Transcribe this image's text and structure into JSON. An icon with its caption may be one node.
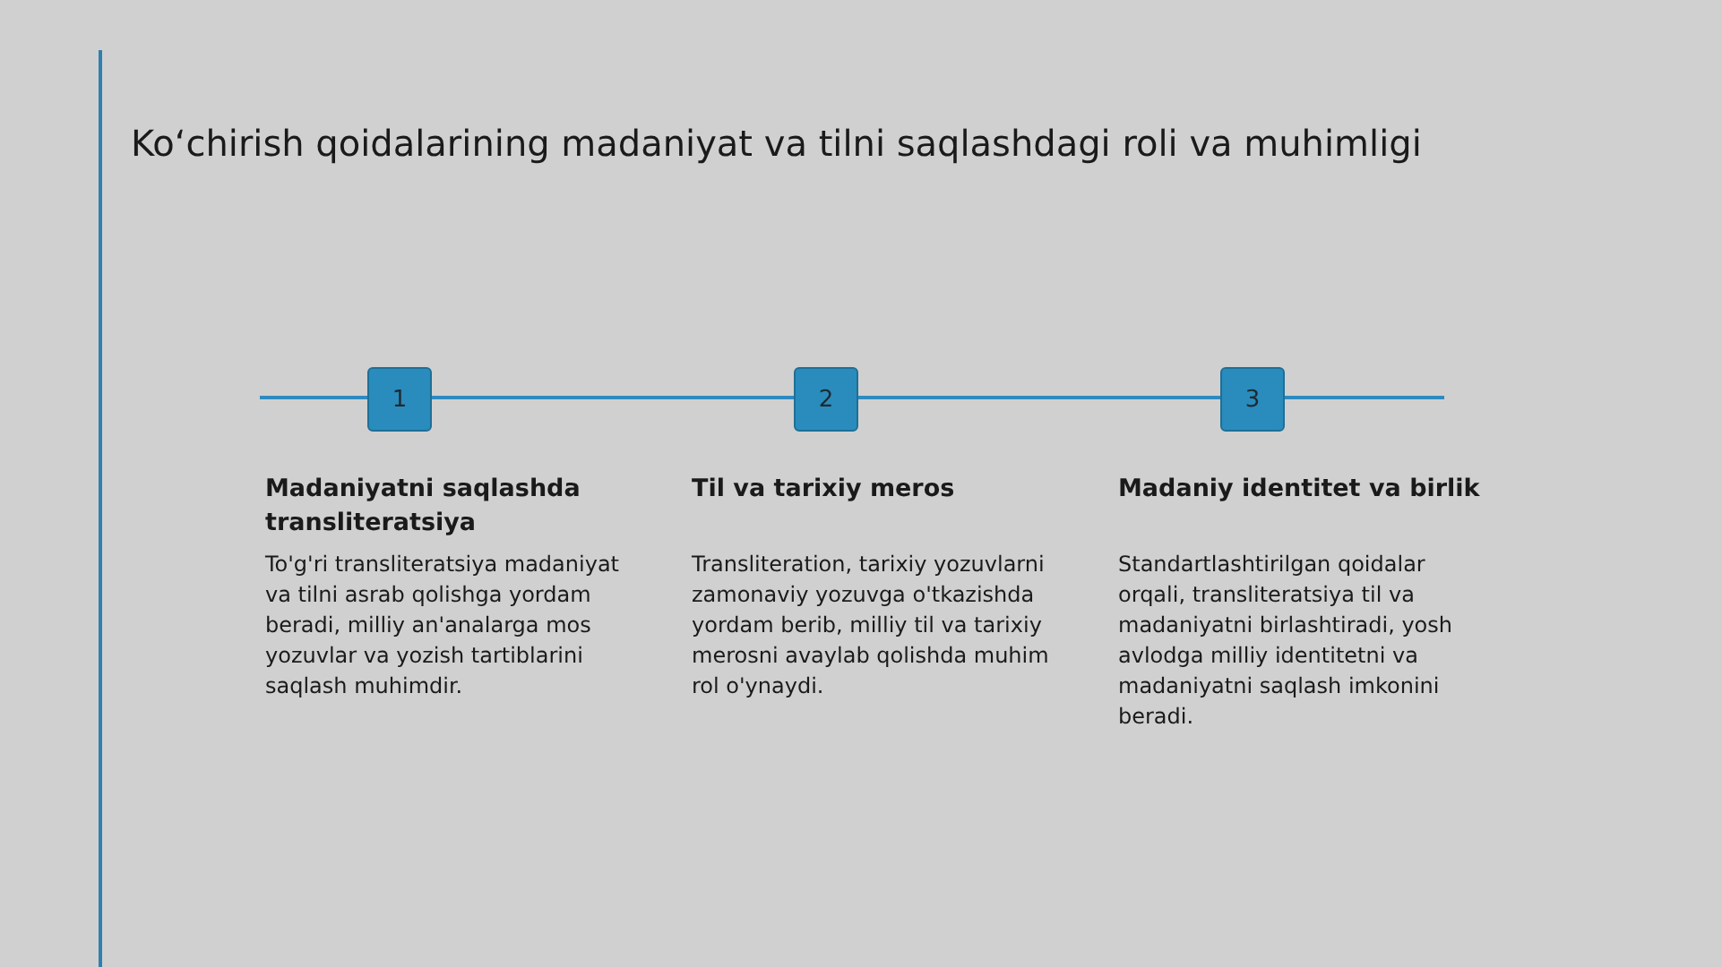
{
  "diagram": {
    "title": "Ko‘chirish qoidalarining madaniyat va tilni saqlashdagi roli va muhimligi",
    "nodes": [
      {
        "text": [
          "1"
        ],
        "beside": [
          "Madaniyatni saqlashda transliteratsiya",
          "To'g'ri transliteratsiya madaniyat va tilni asrab qolishga yordam beradi, milliy an'analarga mos yozuvlar va yozish tartiblarini saqlash muhimdir."
        ]
      },
      {
        "text": [
          "2"
        ],
        "beside": [
          "Til va tarixiy meros",
          "Transliteration, tarixiy yozuvlarni zamonaviy yozuvga o'tkazishda yordam berib, milliy til va tarixiy merosni avaylab qolishda muhim rol o'ynaydi."
        ]
      },
      {
        "text": [
          "3"
        ],
        "beside": [
          "Madaniy identitet va birlik",
          "Standartlashtirilgan qoidalar orqali, transliteratsiya til va madaniyatni birlashtiradi, yosh avlodga milliy identitetni va madaniyatni saqlash imkonini beradi."
        ]
      }
    ]
  }
}
